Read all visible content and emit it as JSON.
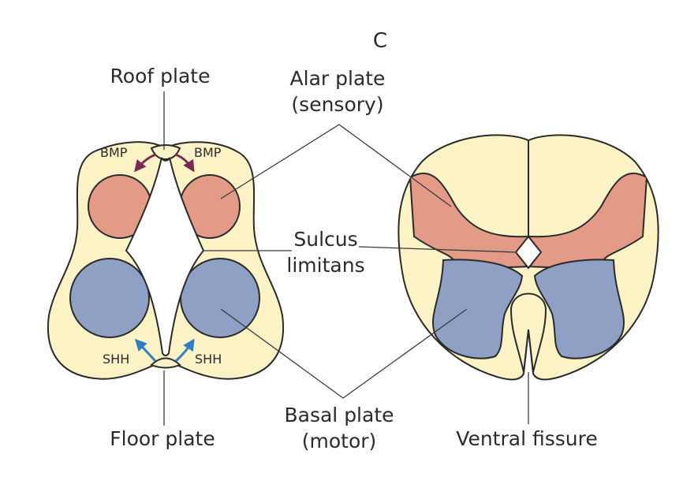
{
  "panel_letter": "C",
  "labels": {
    "roof_plate": "Roof plate",
    "alar_plate_line1": "Alar plate",
    "alar_plate_line2": "(sensory)",
    "sulcus_line1": "Sulcus",
    "sulcus_line2": "limitans",
    "basal_plate_line1": "Basal plate",
    "basal_plate_line2": "(motor)",
    "floor_plate": "Floor plate",
    "ventral_fissure": "Ventral fissure",
    "bmp_left": "BMP",
    "bmp_right": "BMP",
    "shh_left": "SHH",
    "shh_right": "SHH"
  },
  "colors": {
    "tissue": "#fbf3c6",
    "alar": "#e39a86",
    "basal": "#8ea0c3",
    "bmp_arrow": "#7a2a50",
    "shh_arrow": "#2e7fc0",
    "outline": "#2a2a2a"
  }
}
